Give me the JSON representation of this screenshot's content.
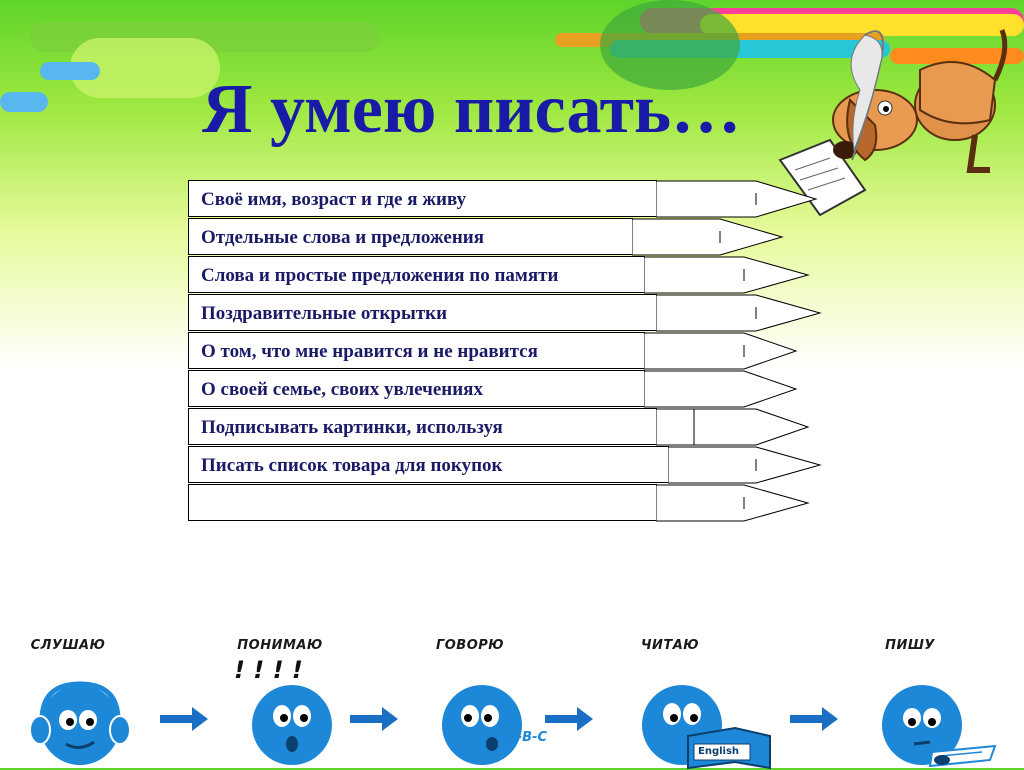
{
  "title": "Я умею писать…",
  "rows": [
    {
      "text": "Своё имя, возраст и где я живу"
    },
    {
      "text": "Отдельные слова и предложения"
    },
    {
      "text": "Слова и простые предложения по памяти"
    },
    {
      "text": "Поздравительные открытки"
    },
    {
      "text": "О том, что мне нравится и не нравится"
    },
    {
      "text": "О своей семье, своих увлечениях"
    },
    {
      "text": "Подписывать картинки, используя"
    },
    {
      "text": "Писать список товара для покупок"
    },
    {
      "text": ""
    }
  ],
  "skills": [
    {
      "label": "СЛУШАЮ",
      "icon": "headphones-face-icon"
    },
    {
      "label": "ПОНИМАЮ",
      "icon": "exclamation-face-icon",
      "mark": "! ! ! !"
    },
    {
      "label": "ГОВОРЮ",
      "icon": "speaking-face-icon",
      "mark": "a-B-C"
    },
    {
      "label": "ЧИТАЮ",
      "icon": "reading-face-icon",
      "mark": "English"
    },
    {
      "label": "ПИШУ",
      "icon": "writing-face-icon"
    }
  ],
  "colors": {
    "title": "#1a1aa8",
    "face_blue": "#1e88d8",
    "arrow_blue": "#1a6fc4",
    "bg_green": "#7fdb2e"
  }
}
